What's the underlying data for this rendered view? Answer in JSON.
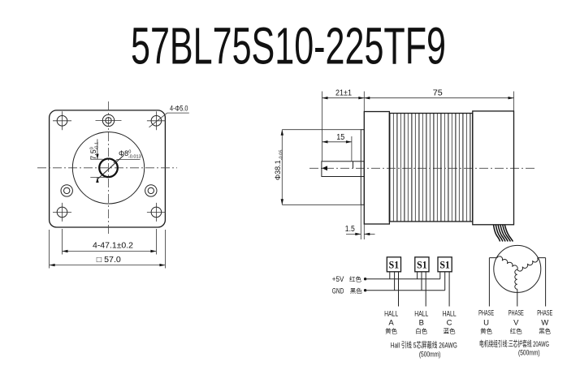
{
  "page": {
    "background": "#ffffff",
    "line_color": "#222222"
  },
  "title": "57BL75S10-225TF9",
  "front_view": {
    "hole_callout": "4-Φ5.0",
    "flat_height": {
      "value": "7.5",
      "tol_upper": "0",
      "tol_lower": "-0.1"
    },
    "shaft_diameter": {
      "value": "Φ8",
      "tol_upper": "0",
      "tol_lower": "-0.013"
    },
    "hole_spacing": "4-47.1±0.2",
    "flange_width": "□ 57.0"
  },
  "side_view": {
    "shaft_extension": "21±1",
    "body_length": "75",
    "flat_length": "15",
    "pilot_diameter": {
      "value": "Φ38.1",
      "tol_lower": "-0.05"
    },
    "pilot_depth": "1.5"
  },
  "wiring": {
    "hall_sensors": [
      {
        "label": "S1"
      },
      {
        "label": "S1"
      },
      {
        "label": "S1"
      }
    ],
    "power_lines": [
      {
        "label": "+5V",
        "wire_color": "红色"
      },
      {
        "label": "GND",
        "wire_color": "黑色"
      }
    ],
    "hall_outputs": [
      {
        "signal": "HALL",
        "phase": "A",
        "wire_color": "黄色"
      },
      {
        "signal": "HALL",
        "phase": "B",
        "wire_color": "白色"
      },
      {
        "signal": "HALL",
        "phase": "C",
        "wire_color": "蓝色"
      }
    ],
    "hall_note_line1": "Hall 引线 5芯屏蔽线 26AWG",
    "hall_note_line2": "(500mm)",
    "phase_outputs": [
      {
        "signal": "PHASE",
        "phase": "U",
        "wire_color": "黄色"
      },
      {
        "signal": "PHASE",
        "phase": "V",
        "wire_color": "红色"
      },
      {
        "signal": "PHASE",
        "phase": "W",
        "wire_color": "黑色"
      }
    ],
    "phase_note_line1": "电机绕组引线:三芯护套线 20AWG",
    "phase_note_line2": "(500mm)"
  }
}
